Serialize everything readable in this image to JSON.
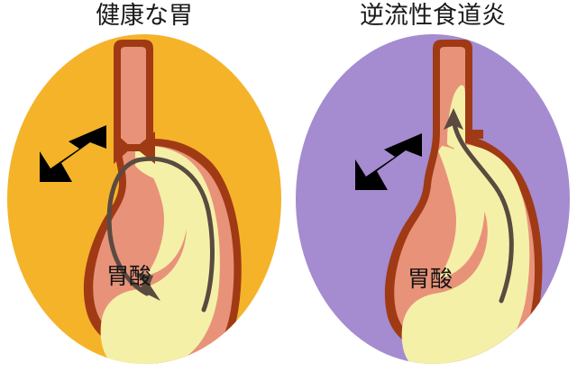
{
  "figure": {
    "type": "medical-illustration",
    "subject": "stomach-acid-reflux-comparison",
    "background_color": "#ffffff"
  },
  "panels": [
    {
      "id": "healthy",
      "title": "健康な胃",
      "background_color": "#F5B32A",
      "acid_label": "胃酸",
      "sphincter_state": "closed",
      "flow_arrow_direction": "down",
      "pointer_arrow_direction": "up-right",
      "colors": {
        "ellipse": "#F5B32A",
        "wall_outline": "#A03A14",
        "wall_fill": "#E89379",
        "acid_fill": "#F5F0A8",
        "flow_arrow": "#5B4A3F",
        "pointer_arrow": "#000000"
      }
    },
    {
      "id": "reflux",
      "title": "逆流性食道炎",
      "background_color": "#A58BD0",
      "acid_label": "胃酸",
      "sphincter_state": "open",
      "flow_arrow_direction": "up",
      "pointer_arrow_direction": "up-right",
      "colors": {
        "ellipse": "#A58BD0",
        "wall_outline": "#A03A14",
        "wall_fill": "#E89379",
        "acid_fill": "#F5F0A8",
        "flow_arrow": "#5B4A3F",
        "pointer_arrow": "#000000"
      }
    }
  ]
}
